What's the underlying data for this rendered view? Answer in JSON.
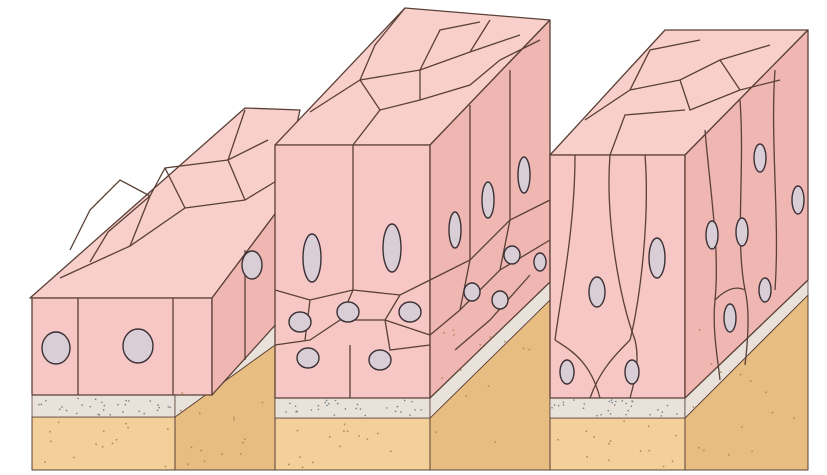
{
  "figure": {
    "subject": "",
    "panels": [
      {
        "id": "block-1"
      },
      {
        "id": "block-2"
      },
      {
        "id": "block-3"
      }
    ]
  },
  "colors": {
    "cell_fill": "#f6c7c4",
    "cell_top": "#f8cfcb",
    "cell_side": "#efb6b2",
    "cell_line": "#5a4036",
    "nucleus_fill": "#d9cdd6",
    "nucleus_line": "#3a3035",
    "connective_fill": "#f3cf9a",
    "connective_side": "#e8bd82",
    "connective_dot": "#b08a5a",
    "membrane_fill": "#e9e2da",
    "membrane_dot": "#6f7d86",
    "background": "#ffffff"
  }
}
